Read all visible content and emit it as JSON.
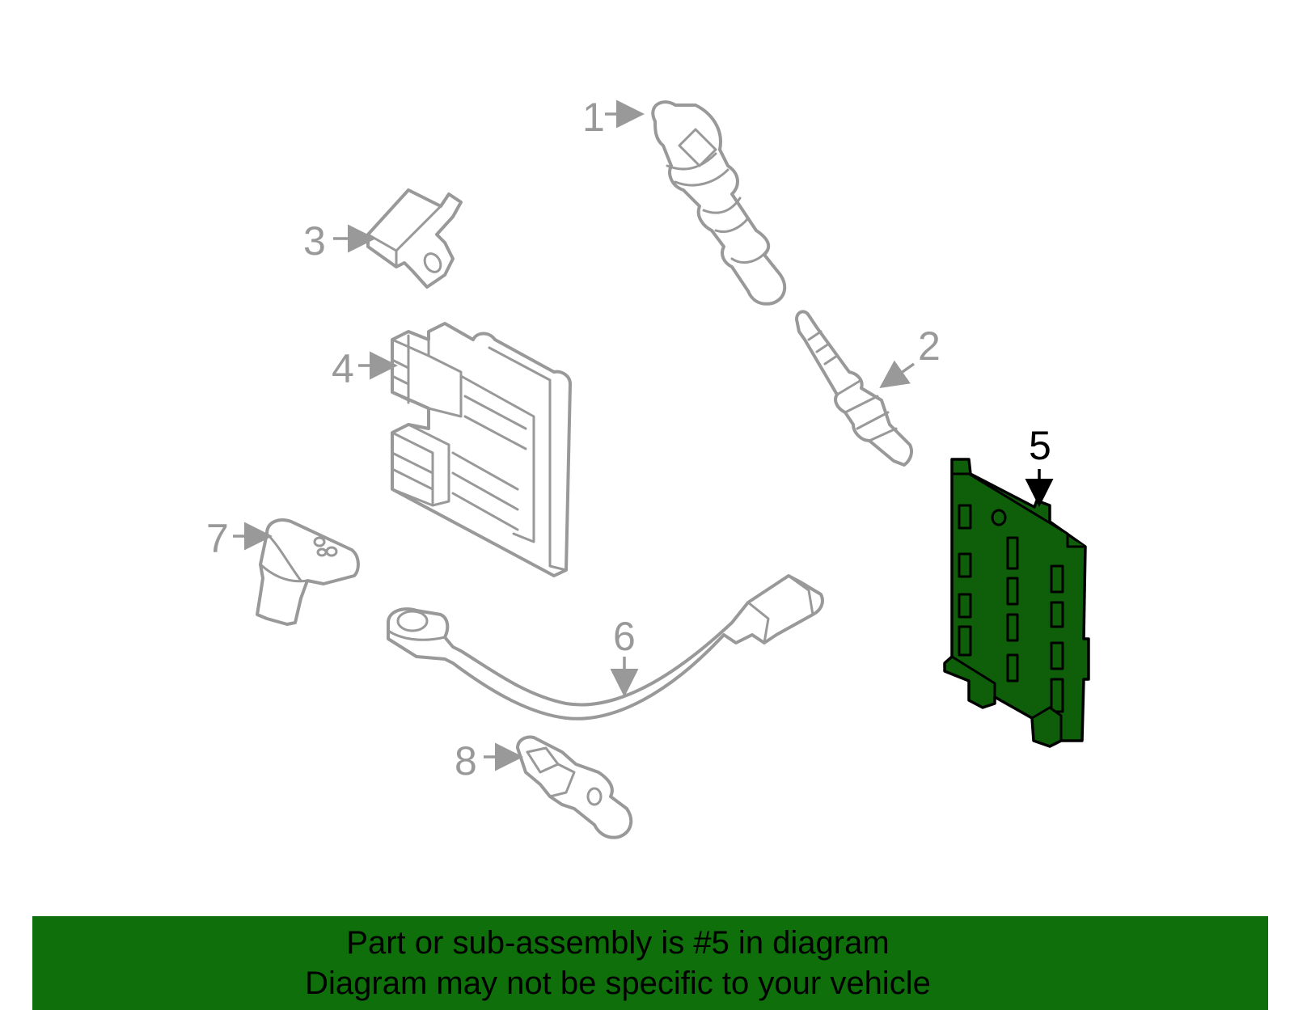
{
  "callouts": [
    "1",
    "2",
    "3",
    "4",
    "5",
    "6",
    "7",
    "8"
  ],
  "selected_callout": "5",
  "colors": {
    "highlight": "#0f5f0a",
    "banner": "#0f6f0a",
    "parts": "#999999"
  },
  "banner": {
    "line1": "Part or sub-assembly is #5 in diagram",
    "line2": "Diagram may not be specific to your vehicle"
  }
}
